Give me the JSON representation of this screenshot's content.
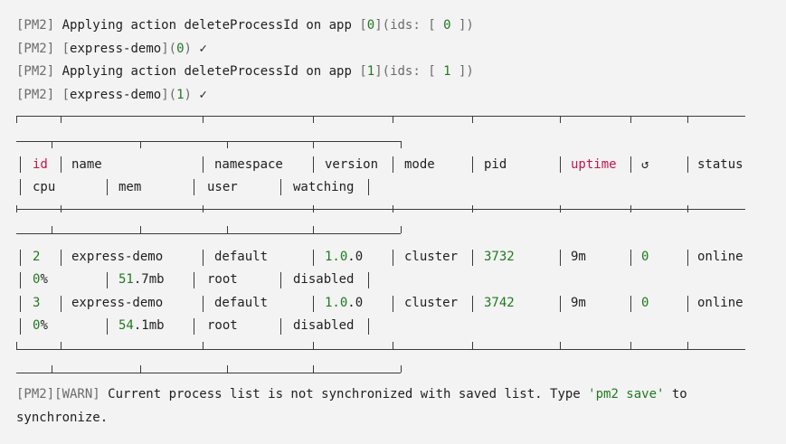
{
  "log_lines": [
    {
      "prefix": "[PM2]",
      "text": "Applying action deleteProcessId on app",
      "lb": "[",
      "app": "0",
      "rb": "]",
      "ids_open": "(ids: [ ",
      "id": "0",
      "ids_close": " ])"
    },
    {
      "prefix": "[PM2]",
      "lb": "[",
      "name": "express-demo",
      "rb": "]",
      "paren_open": "(",
      "id": "0",
      "paren_close": ")",
      "check": "✓"
    },
    {
      "prefix": "[PM2]",
      "text": "Applying action deleteProcessId on app",
      "lb": "[",
      "app": "1",
      "rb": "]",
      "ids_open": "(ids: [ ",
      "id": "1",
      "ids_close": " ])"
    },
    {
      "prefix": "[PM2]",
      "lb": "[",
      "name": "express-demo",
      "rb": "]",
      "paren_open": "(",
      "id": "1",
      "paren_close": ")",
      "check": "✓"
    }
  ],
  "table": {
    "headers_line1": [
      "id",
      "name",
      "namespace",
      "version",
      "mode",
      "pid",
      "uptime",
      "↺",
      "status"
    ],
    "headers_line2": [
      "cpu",
      "mem",
      "user",
      "watching"
    ],
    "rows": [
      {
        "id": "2",
        "name": "express-demo",
        "namespace": "default",
        "version_major": "1.0",
        "version_patch": ".0",
        "mode": "cluster",
        "pid": "3732",
        "uptime": "9m",
        "restarts": "0",
        "status": "online",
        "cpu_num": "0",
        "cpu_unit": "%",
        "mem_num": "51",
        "mem_rest": ".7mb",
        "user": "root",
        "watching": "disabled"
      },
      {
        "id": "3",
        "name": "express-demo",
        "namespace": "default",
        "version_major": "1.0",
        "version_patch": ".0",
        "mode": "cluster",
        "pid": "3742",
        "uptime": "9m",
        "restarts": "0",
        "status": "online",
        "cpu_num": "0",
        "cpu_unit": "%",
        "mem_num": "54",
        "mem_rest": ".1mb",
        "user": "root",
        "watching": "disabled"
      }
    ]
  },
  "warning": {
    "prefix": "[PM2][WARN]",
    "text": " Current process list is not synchronized with saved list. Type ",
    "command": "'pm2 save'",
    "suffix": " to",
    "line2": "synchronize."
  },
  "colors": {
    "background": "#f3f3f3",
    "number": "#1f7a1f",
    "highlight": "#c4154b"
  }
}
